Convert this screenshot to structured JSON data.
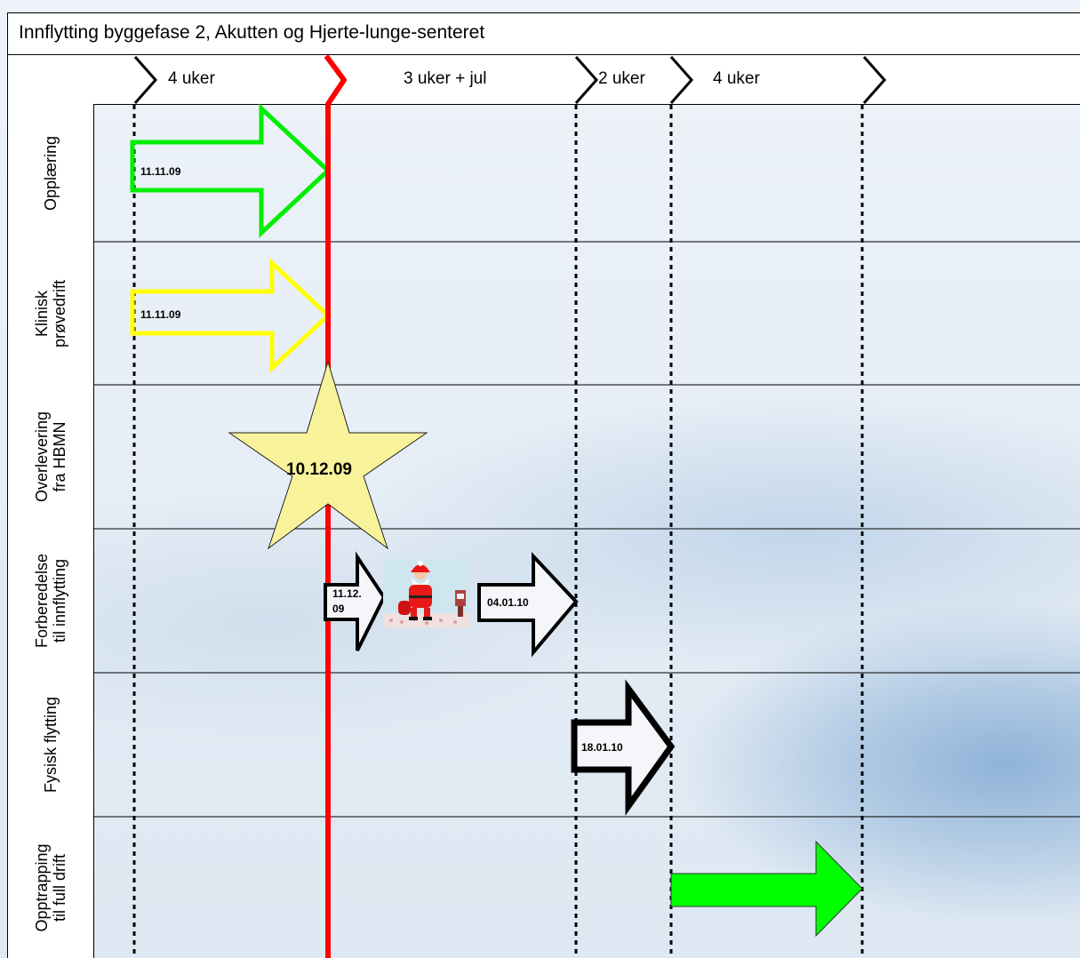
{
  "title": "Innflytting byggefase 2, Akutten og Hjerte-lunge-senteret",
  "timeline": {
    "periods": [
      "4 uker",
      "3 uker + jul",
      "2 uker",
      "4 uker"
    ]
  },
  "rows": [
    {
      "label": "Opplæring"
    },
    {
      "label": "Klinisk\nprøvedrift"
    },
    {
      "label": "Overlevering\nfra HBMN"
    },
    {
      "label": "Forberedelse\ntil innflytting"
    },
    {
      "label": "Fysisk flytting"
    },
    {
      "label": "Opptrapping\ntil full drift"
    }
  ],
  "milestones": {
    "opplaering_start": "11.11.09",
    "klinisk_start": "11.11.09",
    "overlevering": "10.12.09",
    "forberedelse_start": "11.12.\n09",
    "forberedelse_resume": "04.01.10",
    "flytting_start": "18.01.10"
  },
  "colors": {
    "today_line": "#ff0000",
    "opplaering_arrow": "#00ee00",
    "klinisk_arrow": "#ffff00",
    "star_fill": "#f8f39a",
    "opptrapping_fill": "#00ff00"
  },
  "icons": {
    "santa_image": "santa-claus-clipart"
  }
}
